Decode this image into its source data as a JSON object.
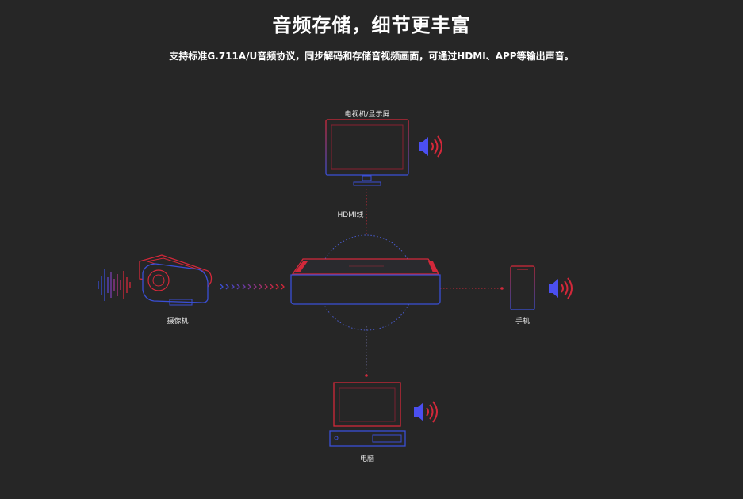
{
  "header": {
    "title": "音频存储，细节更丰富",
    "subtitle": "支持标准G.711A/U音频协议，同步解码和存储音视频画面，可通过HDMI、APP等输出声音。"
  },
  "diagram": {
    "tv_label": "电视机/显示屏",
    "cable_label": "HDMI线",
    "camera_label": "摄像机",
    "phone_label": "手机",
    "pc_label": "电脑"
  },
  "colors": {
    "background": "#262626",
    "red": "#d3283a",
    "blue": "#3a4fd6",
    "speaker_blue": "#4b4ff0"
  },
  "icons": [
    "camera-icon",
    "sound-wave-icon",
    "nvr-device-icon",
    "tv-icon",
    "phone-icon",
    "computer-icon",
    "speaker-icon"
  ]
}
